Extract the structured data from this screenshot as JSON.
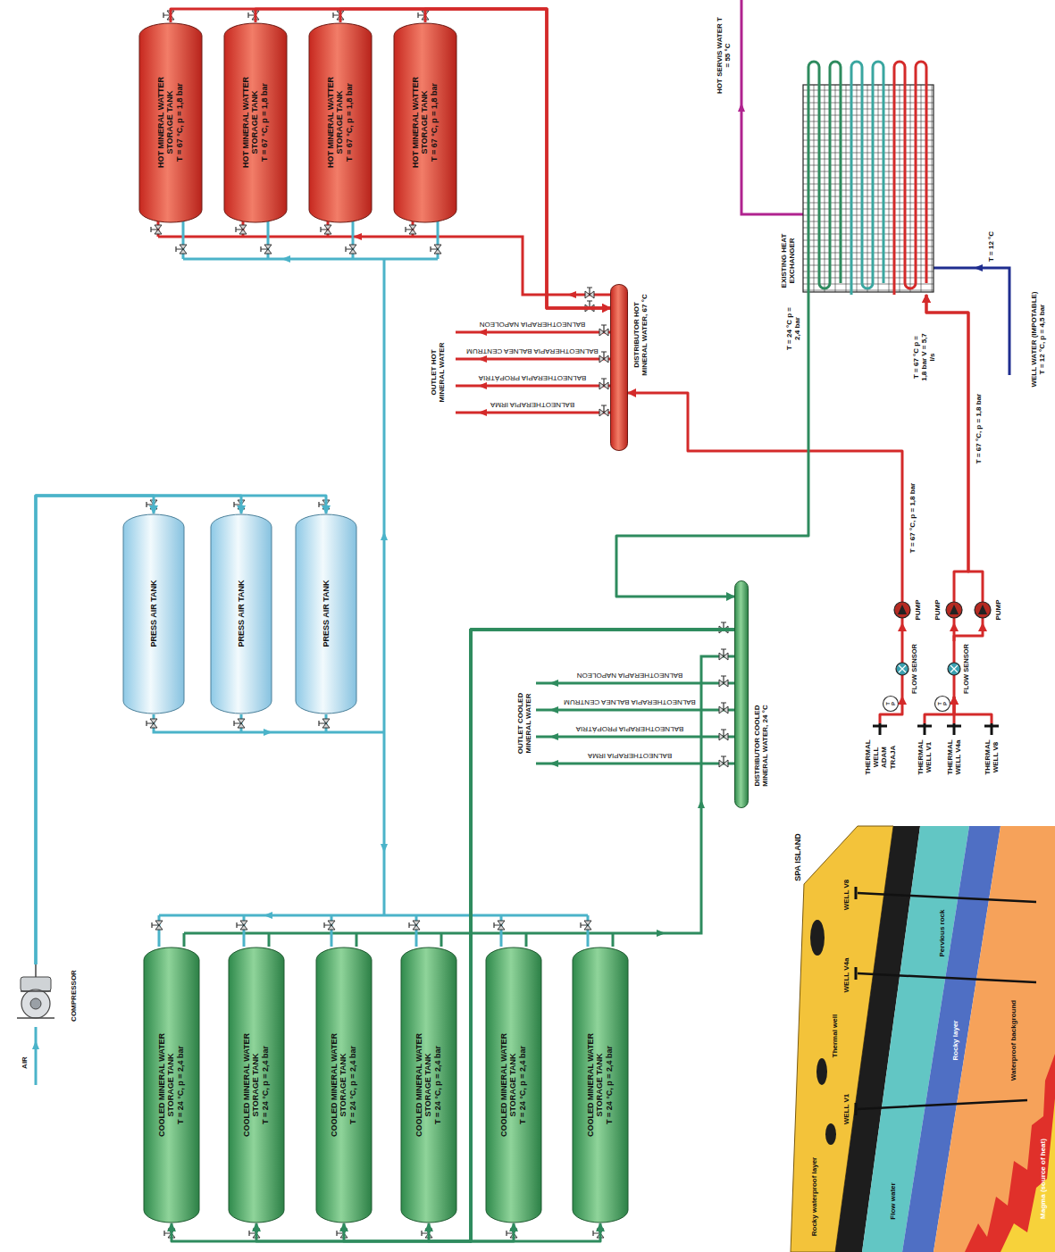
{
  "diagram": {
    "nodes": [
      {
        "text": [
          "HOT MINERAL WATTER STORAGE TANK",
          "T = 67 °C, p = 1,8 bar"
        ]
      },
      {
        "text": [
          "HOT MINERAL WATTER STORAGE TANK",
          "T = 67 °C, p = 1,8 bar"
        ]
      },
      {
        "text": [
          "HOT MINERAL WATTER STORAGE TANK",
          "T = 67 °C, p = 1,8 bar"
        ]
      },
      {
        "text": [
          "HOT MINERAL WATTER STORAGE TANK",
          "T = 67 °C, p = 1,8 bar"
        ]
      },
      {
        "text": [
          "COOLED MINERAL WATER STORAGE TANK",
          "T = 24 °C, p = 2,4 bar"
        ]
      },
      {
        "text": [
          "COOLED MINERAL WATER STORAGE TANK",
          "T = 24 °C, p = 2,4 bar"
        ]
      },
      {
        "text": [
          "COOLED MINERAL WATER STORAGE TANK",
          "T = 24 °C, p = 2,4 bar"
        ]
      },
      {
        "text": [
          "COOLED MINERAL WATER STORAGE TANK",
          "T = 24 °C, p = 2,4 bar"
        ]
      },
      {
        "text": [
          "COOLED MINERAL WATER STORAGE TANK",
          "T = 24 °C, p = 2,4 bar"
        ]
      },
      {
        "text": [
          "COOLED MINERAL WATER STORAGE TANK",
          "T = 24 °C, p = 2,4 bar"
        ]
      },
      {
        "text": [
          "PRESS AIR TANK"
        ]
      },
      {
        "text": [
          "PRESS AIR TANK"
        ]
      },
      {
        "text": [
          "PRESS AIR TANK"
        ]
      },
      {
        "text": [
          "COMPRESSOR"
        ]
      },
      {
        "text": [
          "DISTRIBUTOR HOT MINERAL WATER, 67 °C"
        ]
      },
      {
        "text": [
          "DISTRIBUTOR COOLED MINERAL WATER, 24 °C"
        ]
      },
      {
        "text": [
          "EXISTING HEAT EXCHANGER"
        ]
      },
      {
        "text": [
          "PUMP"
        ]
      },
      {
        "text": [
          "PUMP"
        ]
      },
      {
        "text": [
          "PUMP"
        ]
      },
      {
        "text": [
          "FLOW SENSOR"
        ]
      },
      {
        "text": [
          "FLOW SENSOR"
        ]
      },
      {
        "text": [
          "THERMAL WELL ADAM TRAJA"
        ]
      },
      {
        "text": [
          "THERMAL WELL V1"
        ]
      },
      {
        "text": [
          "THERMAL WELL V4a"
        ]
      },
      {
        "text": [
          "THERMAL WELL V8"
        ]
      }
    ],
    "edges": [
      {
        "from": 22,
        "to": 20,
        "arrow": "to"
      },
      {
        "from": 20,
        "to": 17,
        "arrow": "to"
      },
      {
        "from": 23,
        "to": 21,
        "arrow": "to"
      },
      {
        "from": 24,
        "to": 21,
        "arrow": "to"
      },
      {
        "from": 25,
        "to": 21,
        "arrow": "to"
      },
      {
        "from": 21,
        "to": 18,
        "arrow": "to"
      },
      {
        "from": 21,
        "to": 19,
        "arrow": "to"
      },
      {
        "from": 17,
        "to": 14,
        "arrow": "to"
      },
      {
        "from": 18,
        "to": 16,
        "arrow": "to"
      },
      {
        "from": 19,
        "to": 16,
        "arrow": "to"
      },
      {
        "from": 16,
        "to": 15,
        "arrow": "to"
      },
      {
        "from": 0,
        "to": 14,
        "arrow": "to"
      },
      {
        "from": 1,
        "to": 14,
        "arrow": "to"
      },
      {
        "from": 2,
        "to": 14,
        "arrow": "to"
      },
      {
        "from": 3,
        "to": 14,
        "arrow": "to"
      },
      {
        "from": 15,
        "to": 4,
        "arrow": "to"
      },
      {
        "from": 15,
        "to": 5,
        "arrow": "to"
      },
      {
        "from": 15,
        "to": 6,
        "arrow": "to"
      },
      {
        "from": 15,
        "to": 7,
        "arrow": "to"
      },
      {
        "from": 15,
        "to": 8,
        "arrow": "to"
      },
      {
        "from": 15,
        "to": 9,
        "arrow": "to"
      },
      {
        "from": 13,
        "to": 10,
        "arrow": "to"
      },
      {
        "from": 13,
        "to": 11,
        "arrow": "to"
      },
      {
        "from": 13,
        "to": 12,
        "arrow": "to"
      }
    ],
    "labels": [
      "HOT SERVIS WATER T = 55 °C",
      "T = 12 °C",
      "WELL WATER (IMPOTABLE) T = 12 °C, p = 4,5 bar",
      "T = 24 °C p = 2,4 bar",
      "T = 67 °C p = 1,8 bar V = 5,7 l/s",
      "T = 67 °C, p = 1,8 bar",
      "T = 67 °C, p = 1,8 bar",
      "OUTLET HOT MINERAL WATER",
      "BALNEOTHERAPIA NAPOLEON",
      "BALNEOTHERAPIA BALNEA CENTRUM",
      "BALNEOTHERAPIA PROPÁTRIA",
      "BALNEOTHERAPIA IRMA",
      "OUTLET COOLED MINERAL WATER",
      "BALNEOTHERAPIA NAPOLEON",
      "BALNEOTHERAPIA BALNEA CENTRUM",
      "BALNEOTHERAPIA PROPÁTRIA",
      "BALNEOTHERAPIA IRMA",
      "AIR",
      "T",
      "P",
      "T",
      "P",
      "SPA ISLAND",
      "WELL V8",
      "WELL V4a",
      "Thermal well",
      "WELL V1",
      "Pervious rock",
      "Rocky layer",
      "Waterproof background",
      "Magma (source of heat)",
      "Rocky waterproof layer",
      "Flow water"
    ]
  }
}
